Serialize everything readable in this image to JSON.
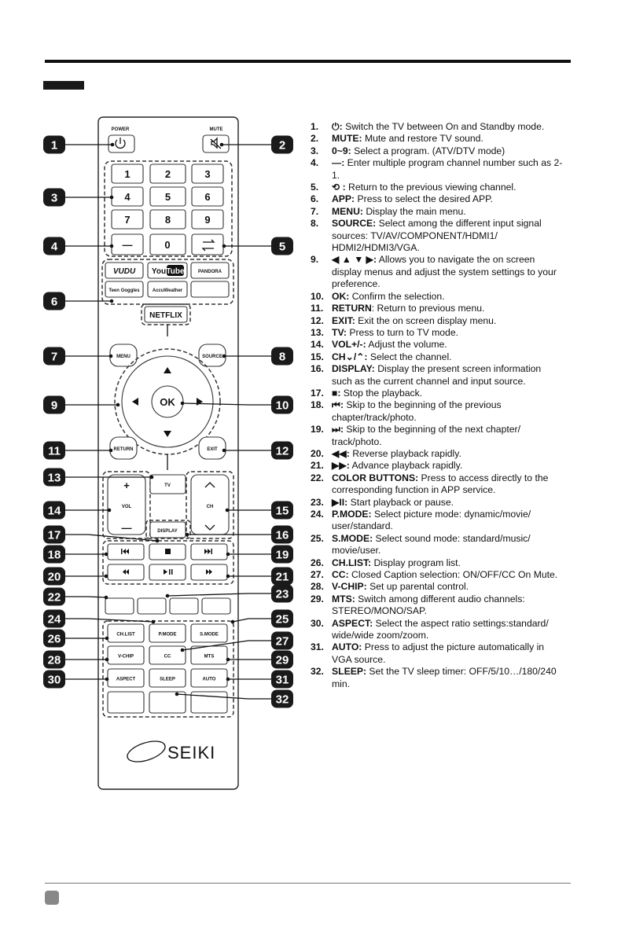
{
  "remote": {
    "top_labels": {
      "power": "POWER",
      "mute": "MUTE"
    },
    "digits": [
      "1",
      "2",
      "3",
      "4",
      "5",
      "6",
      "7",
      "8",
      "9"
    ],
    "dash": "—",
    "zero": "0",
    "apps": {
      "vudu": "VUDU",
      "youtube_you": "You",
      "youtube_tube": "Tube",
      "pandora": "PANDORA",
      "teen": "Teen Goggles",
      "accuweather": "AccuWeather",
      "netflix": "NETFLIX"
    },
    "nav": {
      "menu": "MENU",
      "source": "SOURCE",
      "ok": "OK",
      "return": "RETURN",
      "exit": "EXIT"
    },
    "vol": {
      "plus": "+",
      "label": "VOL",
      "minus": "—"
    },
    "tv": "TV",
    "display": "DISPLAY",
    "ch": "CH",
    "fn_row1": [
      "CH.LIST",
      "P.MODE",
      "S.MODE"
    ],
    "fn_row2": [
      "V-CHIP",
      "CC",
      "MTS"
    ],
    "fn_row3": [
      "ASPECT",
      "SLEEP",
      "AUTO"
    ],
    "brand": "SEIKI"
  },
  "callouts": [
    "1",
    "2",
    "3",
    "4",
    "5",
    "6",
    "7",
    "8",
    "9",
    "10",
    "11",
    "12",
    "13",
    "14",
    "15",
    "16",
    "17",
    "18",
    "19",
    "20",
    "21",
    "22",
    "23",
    "24",
    "25",
    "26",
    "27",
    "28",
    "29",
    "30",
    "31",
    "32"
  ],
  "descriptions": [
    {
      "num": "1.",
      "icon": "⏻",
      "key": ":",
      "text": " Switch the TV between On and Standby mode."
    },
    {
      "num": "2.",
      "key": "MUTE:",
      "text": " Mute and restore TV sound."
    },
    {
      "num": "3.",
      "key": "0~9:",
      "text": " Select a program. (ATV/DTV mode)"
    },
    {
      "num": "4.",
      "key": "—:",
      "text": " Enter multiple program channel number such as 2-1."
    },
    {
      "num": "5.",
      "icon": "⟲",
      "key": " :",
      "text": " Return to the previous viewing channel."
    },
    {
      "num": "6.",
      "key": "APP:",
      "text": " Press to select the desired APP."
    },
    {
      "num": "7.",
      "key": "MENU:",
      "text": " Display the main menu."
    },
    {
      "num": "8.",
      "key": "SOURCE:",
      "text": " Select among the different input signal sources: TV/AV/COMPONENT/HDMI1/ HDMI2/HDMI3/VGA."
    },
    {
      "num": "9.",
      "key": "◀ ▲ ▼ ▶:",
      "text": " Allows you to navigate the on screen display menus and adjust the system settings to your preference."
    },
    {
      "num": "10.",
      "key": "OK:",
      "text": " Confirm the selection."
    },
    {
      "num": "11.",
      "key": "RETURN",
      "text": ": Return to previous menu."
    },
    {
      "num": "12.",
      "key": "EXIT:",
      "text": " Exit the on screen display menu."
    },
    {
      "num": "13.",
      "key": "TV:",
      "text": " Press to turn to TV mode."
    },
    {
      "num": "14.",
      "key": "VOL+/-:",
      "text": " Adjust the volume."
    },
    {
      "num": "15.",
      "key": "CH⌄/⌃:",
      "text": " Select the channel."
    },
    {
      "num": "16.",
      "key": "DISPLAY:",
      "text": " Display the present screen information such as the current channel and input source."
    },
    {
      "num": "17.",
      "key": "■:",
      "text": " Stop the playback."
    },
    {
      "num": "18.",
      "key": "⏮:",
      "text": " Skip to the beginning of the previous chapter/track/photo."
    },
    {
      "num": "19.",
      "key": "⏭:",
      "text": " Skip to the beginning of the next chapter/ track/photo."
    },
    {
      "num": "20.",
      "key": "◀◀:",
      "text": " Reverse playback rapidly."
    },
    {
      "num": "21.",
      "key": "▶▶:",
      "text": " Advance playback rapidly."
    },
    {
      "num": "22.",
      "key": "COLOR BUTTONS:",
      "text": " Press to access directly to the corresponding function in APP service."
    },
    {
      "num": "23.",
      "key": "▶II:",
      "text": " Start playback or pause."
    },
    {
      "num": "24.",
      "key": "P.MODE:",
      "text": " Select picture mode: dynamic/movie/ user/standard."
    },
    {
      "num": "25.",
      "key": "S.MODE:",
      "text": " Select sound mode: standard/music/ movie/user."
    },
    {
      "num": "26.",
      "key": "CH.LIST:",
      "text": " Display program list."
    },
    {
      "num": "27.",
      "key": "CC:",
      "text": " Closed Caption selection: ON/OFF/CC On Mute."
    },
    {
      "num": "28.",
      "key": "V-CHIP:",
      "text": " Set up parental control."
    },
    {
      "num": "29.",
      "key": "MTS:",
      "text": " Switch among different audio channels: STEREO/MONO/SAP."
    },
    {
      "num": "30.",
      "key": "ASPECT:",
      "text": " Select the aspect ratio settings:standard/ wide/wide zoom/zoom."
    },
    {
      "num": "31.",
      "key": "AUTO:",
      "text": " Press to adjust the picture automatically in VGA source."
    },
    {
      "num": "32.",
      "key": "SLEEP:",
      "text": " Set the TV sleep timer: OFF/5/10…/180/240 min."
    }
  ]
}
